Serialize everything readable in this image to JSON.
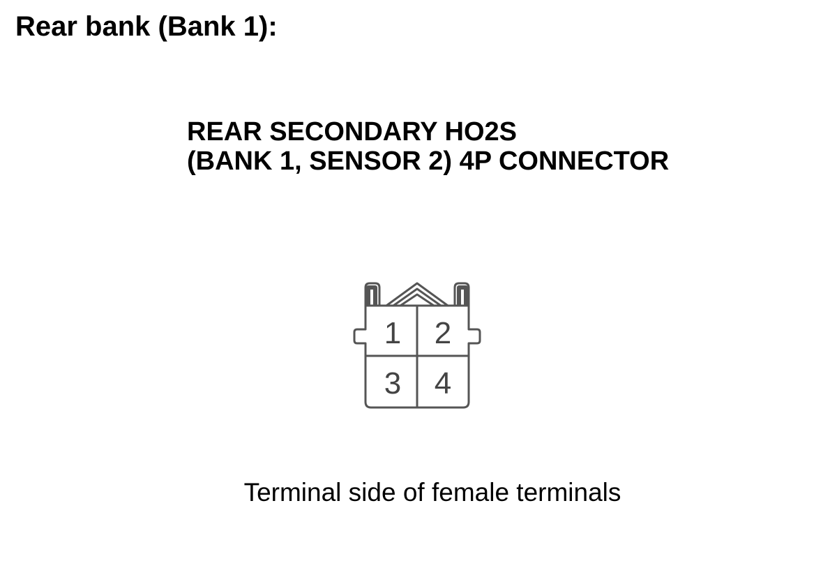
{
  "heading": "Rear bank (Bank 1):",
  "connector": {
    "title_line1": "REAR SECONDARY HO2S",
    "title_line2": "(BANK 1, SENSOR 2) 4P CONNECTOR",
    "terminals": [
      "1",
      "2",
      "3",
      "4"
    ]
  },
  "caption": "Terminal side of female terminals",
  "colors": {
    "outline": "#555555",
    "text": "#000000",
    "background": "#ffffff"
  }
}
